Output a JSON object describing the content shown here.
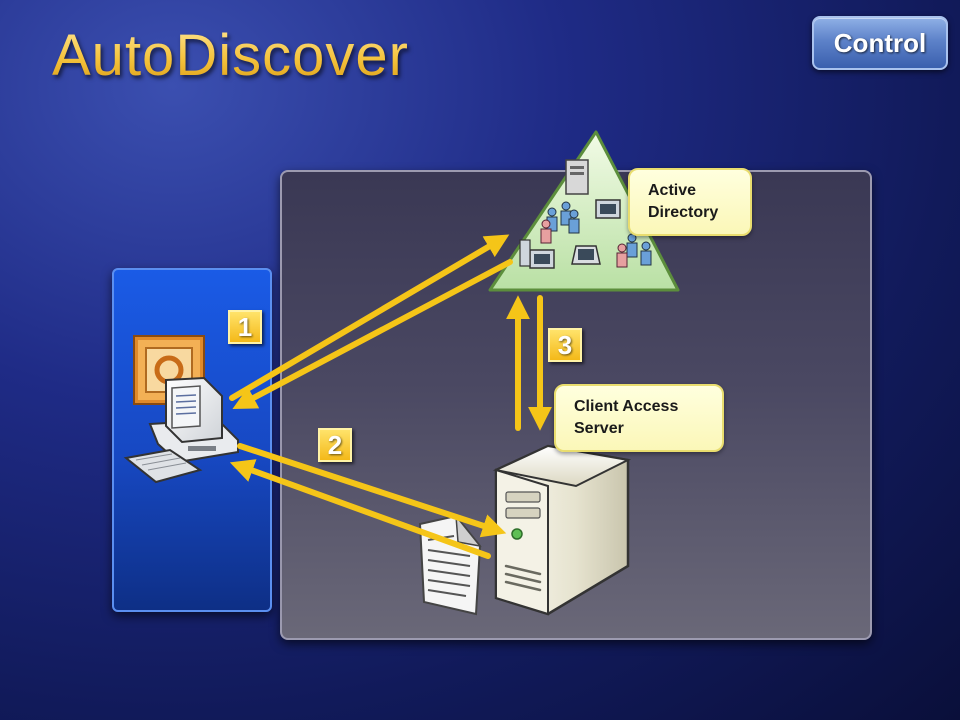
{
  "slide": {
    "title": "AutoDiscover",
    "control_label": "Control"
  },
  "callouts": {
    "active_directory": [
      "Active",
      "Directory"
    ],
    "client_access_server": [
      "Client Access",
      "Server"
    ]
  },
  "steps": [
    "1",
    "2",
    "3"
  ],
  "colors": {
    "title": "#f5c33c",
    "arrow": "#f5c518",
    "step_badge": "#f4b919",
    "callout": "#fbf7b8",
    "server_panel": "#4a4862",
    "client_panel": "#1748c2"
  },
  "icons": [
    "outlook-icon",
    "client-computer-icon",
    "active-directory-icon",
    "document-icon",
    "server-icon"
  ]
}
